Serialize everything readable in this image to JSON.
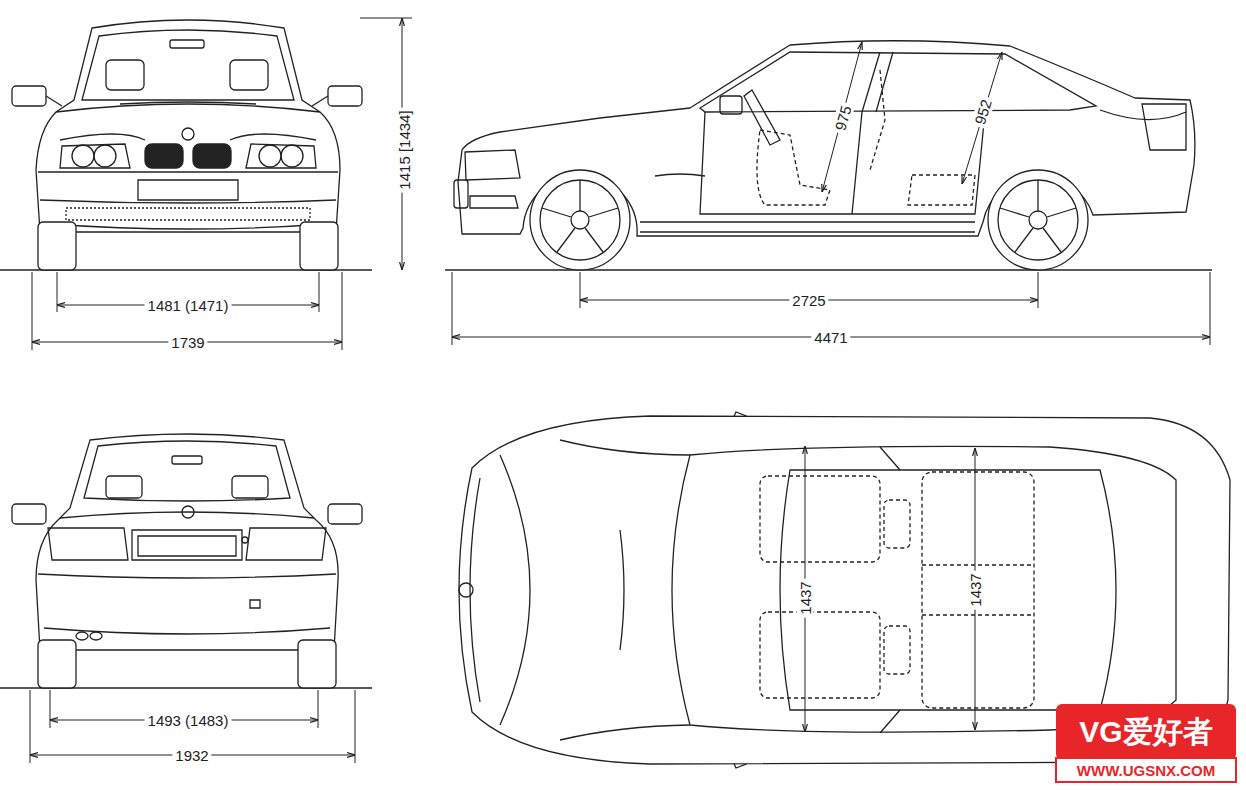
{
  "diagram": {
    "labels": [
      "1415 [1434]",
      "975",
      "952",
      "1481 (1471)",
      "2725",
      "1739",
      "4471",
      "1437",
      "1437",
      "1493 (1483)",
      "1932",
      "VG爱好者",
      "WWW.UGSNX.COM"
    ]
  }
}
